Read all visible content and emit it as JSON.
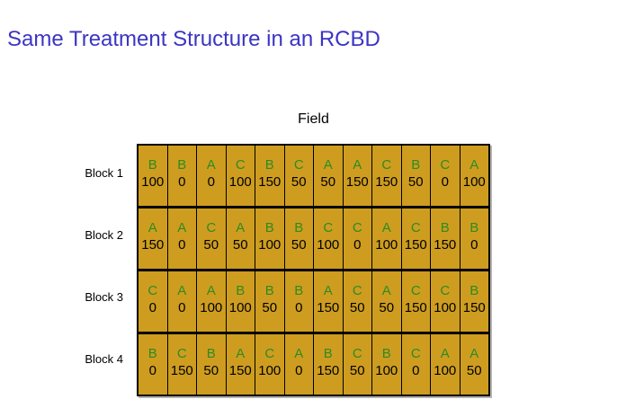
{
  "title": "Same Treatment Structure in an RCBD",
  "field": {
    "label": "Field",
    "blocks": [
      {
        "label": "Block 1",
        "cells": [
          {
            "treatment": "B",
            "value": "100"
          },
          {
            "treatment": "B",
            "value": "0"
          },
          {
            "treatment": "A",
            "value": "0"
          },
          {
            "treatment": "C",
            "value": "100"
          },
          {
            "treatment": "B",
            "value": "150"
          },
          {
            "treatment": "C",
            "value": "50"
          },
          {
            "treatment": "A",
            "value": "50"
          },
          {
            "treatment": "A",
            "value": "150"
          },
          {
            "treatment": "C",
            "value": "150"
          },
          {
            "treatment": "B",
            "value": "50"
          },
          {
            "treatment": "C",
            "value": "0"
          },
          {
            "treatment": "A",
            "value": "100"
          }
        ]
      },
      {
        "label": "Block 2",
        "cells": [
          {
            "treatment": "A",
            "value": "150"
          },
          {
            "treatment": "A",
            "value": "0"
          },
          {
            "treatment": "C",
            "value": "50"
          },
          {
            "treatment": "A",
            "value": "50"
          },
          {
            "treatment": "B",
            "value": "100"
          },
          {
            "treatment": "B",
            "value": "50"
          },
          {
            "treatment": "C",
            "value": "100"
          },
          {
            "treatment": "C",
            "value": "0"
          },
          {
            "treatment": "A",
            "value": "100"
          },
          {
            "treatment": "C",
            "value": "150"
          },
          {
            "treatment": "B",
            "value": "150"
          },
          {
            "treatment": "B",
            "value": "0"
          }
        ]
      },
      {
        "label": "Block 3",
        "cells": [
          {
            "treatment": "C",
            "value": "0"
          },
          {
            "treatment": "A",
            "value": "0"
          },
          {
            "treatment": "A",
            "value": "100"
          },
          {
            "treatment": "B",
            "value": "100"
          },
          {
            "treatment": "B",
            "value": "50"
          },
          {
            "treatment": "B",
            "value": "0"
          },
          {
            "treatment": "A",
            "value": "150"
          },
          {
            "treatment": "C",
            "value": "50"
          },
          {
            "treatment": "A",
            "value": "50"
          },
          {
            "treatment": "C",
            "value": "150"
          },
          {
            "treatment": "C",
            "value": "100"
          },
          {
            "treatment": "B",
            "value": "150"
          }
        ]
      },
      {
        "label": "Block 4",
        "cells": [
          {
            "treatment": "B",
            "value": "0"
          },
          {
            "treatment": "C",
            "value": "150"
          },
          {
            "treatment": "B",
            "value": "50"
          },
          {
            "treatment": "A",
            "value": "150"
          },
          {
            "treatment": "C",
            "value": "100"
          },
          {
            "treatment": "A",
            "value": "0"
          },
          {
            "treatment": "B",
            "value": "150"
          },
          {
            "treatment": "C",
            "value": "50"
          },
          {
            "treatment": "B",
            "value": "100"
          },
          {
            "treatment": "C",
            "value": "0"
          },
          {
            "treatment": "A",
            "value": "100"
          },
          {
            "treatment": "A",
            "value": "50"
          }
        ]
      }
    ]
  },
  "colors": {
    "title_blue": "#3B35C4",
    "plot_background": "#CE9D1F",
    "treatment_green": "#2E8B22",
    "grid_border": "#000000"
  }
}
